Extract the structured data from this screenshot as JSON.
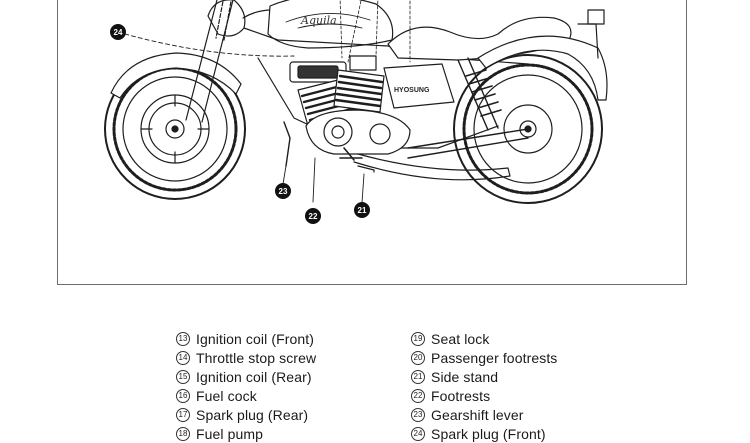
{
  "callouts": [
    {
      "num": "24"
    },
    {
      "num": "23"
    },
    {
      "num": "22"
    },
    {
      "num": "21"
    }
  ],
  "tank_brand": "Aquila",
  "engine_brand": "HYOSUNG",
  "legend_left": [
    {
      "num": "13",
      "label": "Ignition coil (Front)"
    },
    {
      "num": "14",
      "label": "Throttle stop screw"
    },
    {
      "num": "15",
      "label": "Ignition coil (Rear)"
    },
    {
      "num": "16",
      "label": "Fuel cock"
    },
    {
      "num": "17",
      "label": "Spark plug (Rear)"
    },
    {
      "num": "18",
      "label": "Fuel pump"
    }
  ],
  "legend_right": [
    {
      "num": "19",
      "label": "Seat lock"
    },
    {
      "num": "20",
      "label": "Passenger footrests"
    },
    {
      "num": "21",
      "label": "Side stand"
    },
    {
      "num": "22",
      "label": "Footrests"
    },
    {
      "num": "23",
      "label": "Gearshift lever"
    },
    {
      "num": "24",
      "label": "Spark plug (Front)"
    }
  ]
}
